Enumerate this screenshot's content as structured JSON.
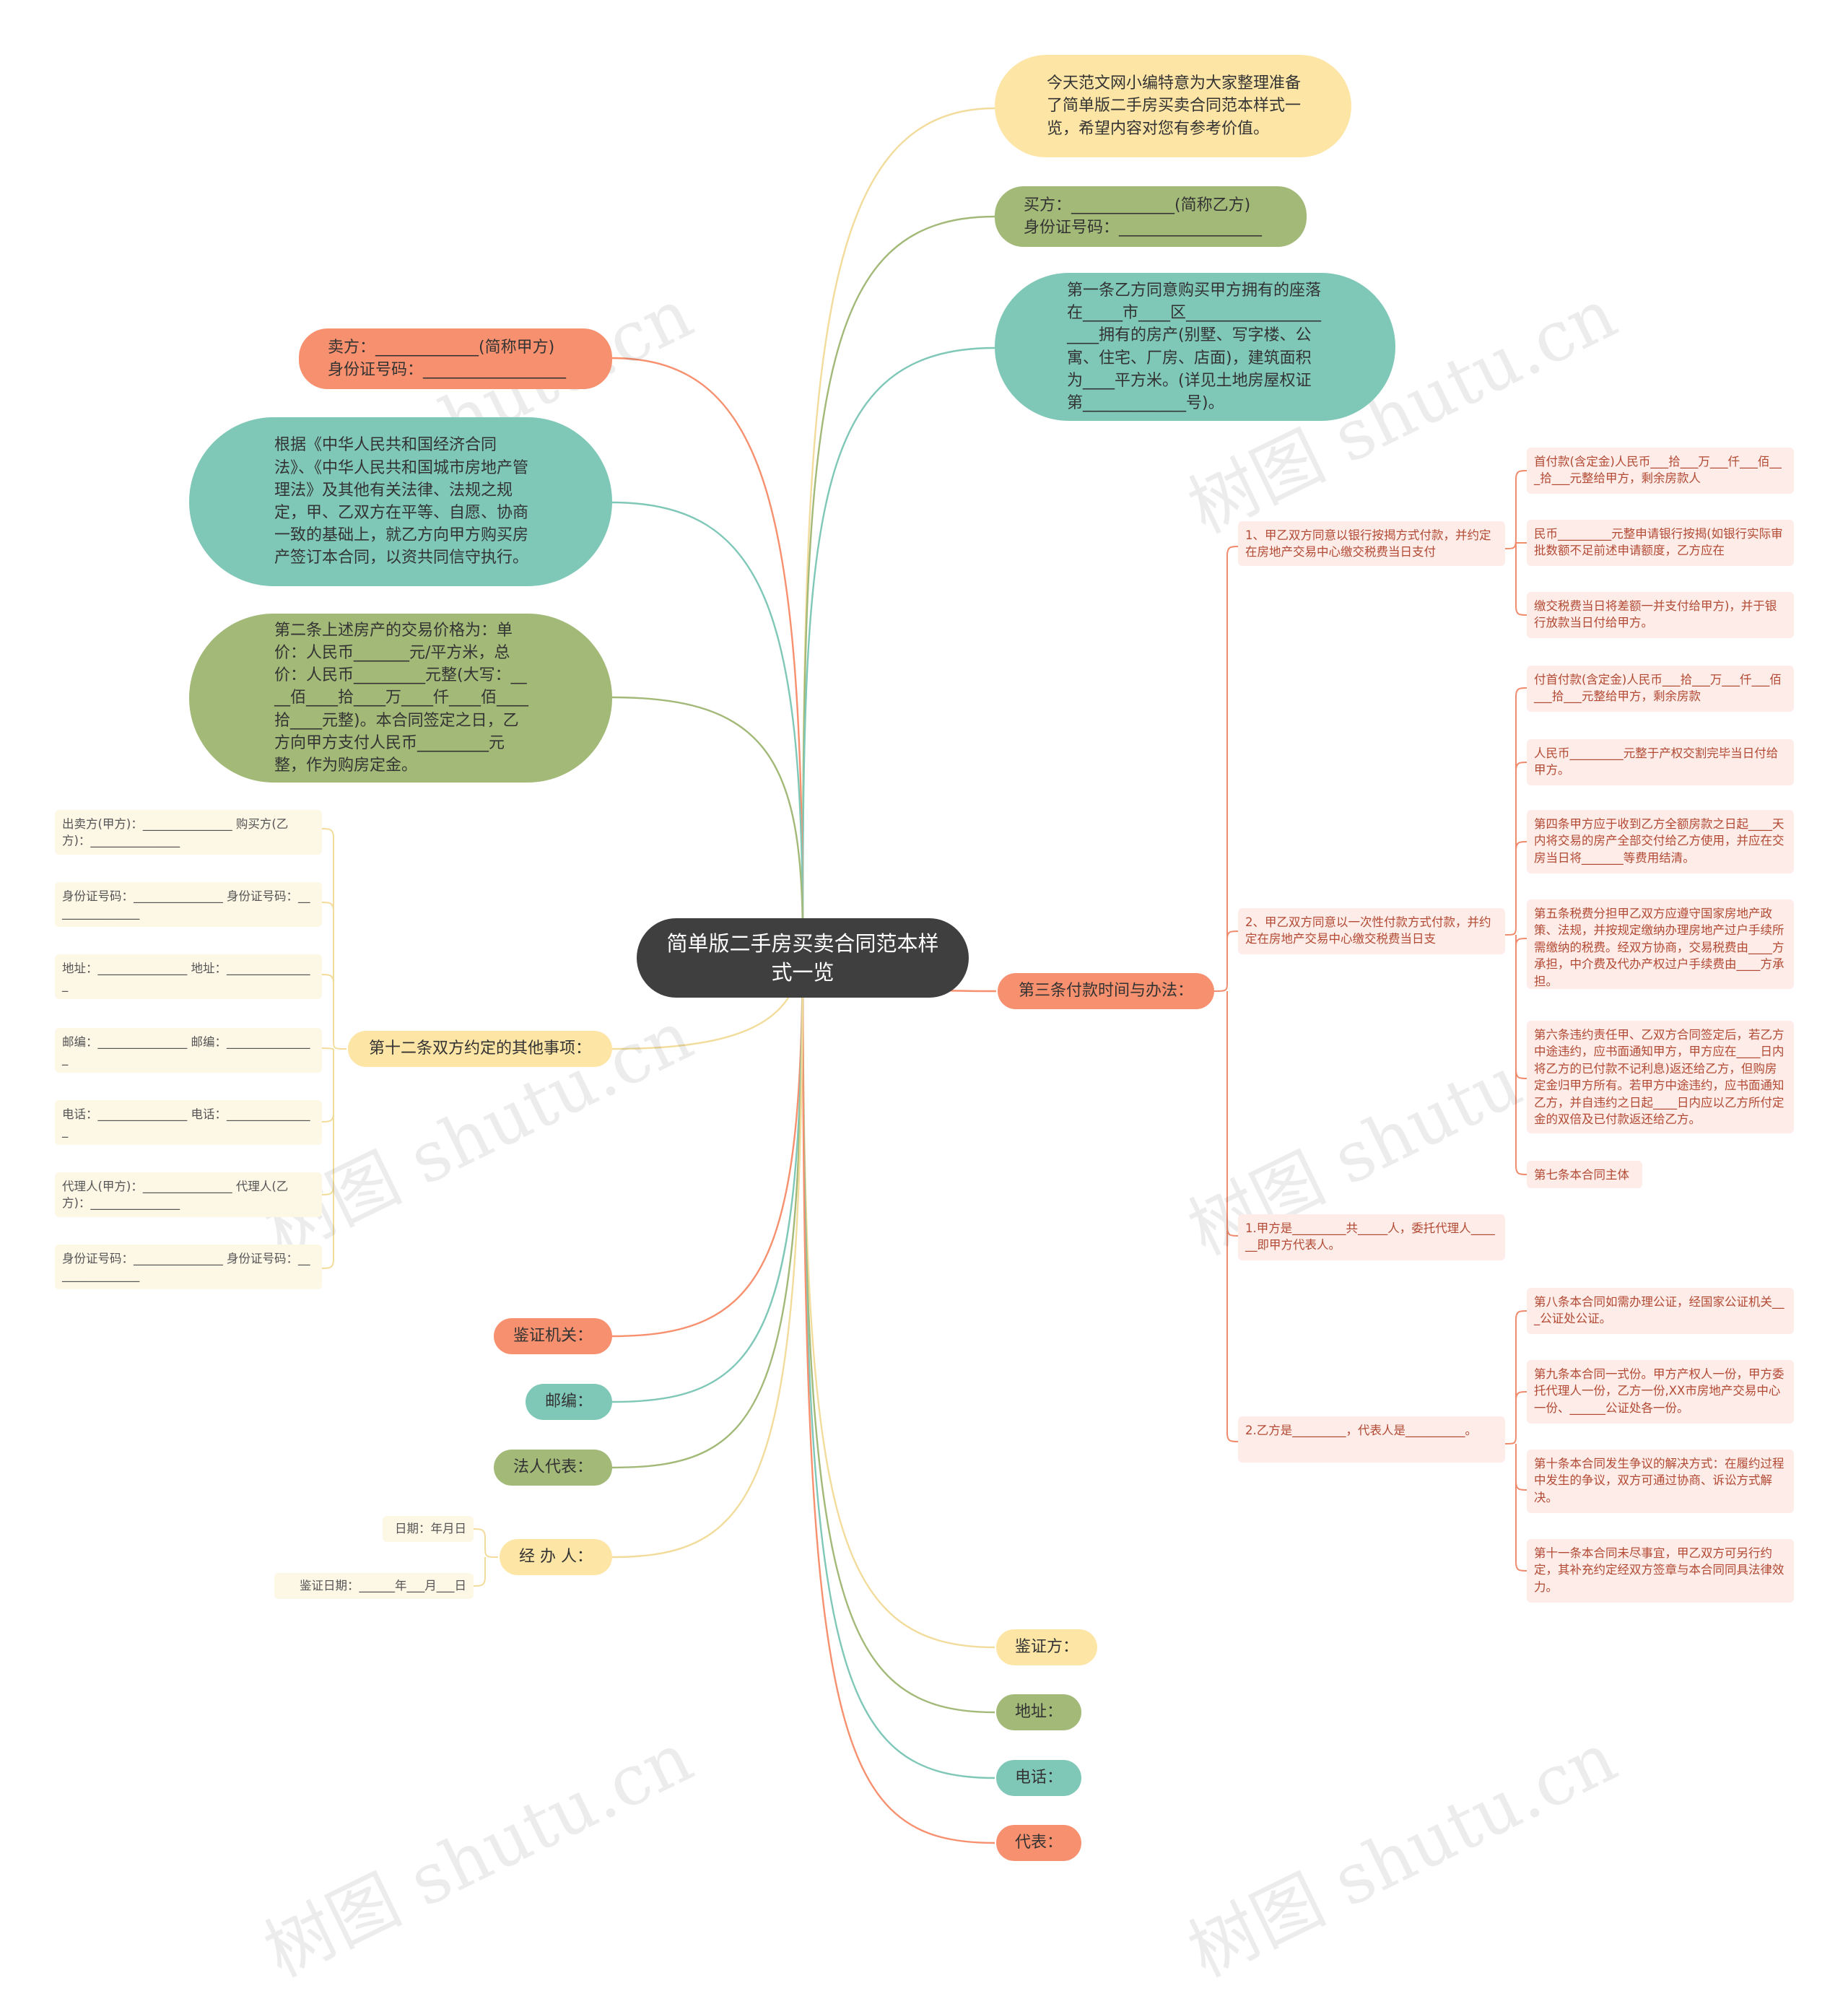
{
  "root": "简单版二手房买卖合同范本样式一览",
  "right": {
    "intro": "今天范文网小编特意为大家整理准备了简单版二手房买卖合同范本样式一览，希望内容对您有参考价值。",
    "buyer": "买方：_____________(简称乙方)\n身份证号码：__________________",
    "article1": "第一条乙方同意购买甲方拥有的座落在_____市____区_____________________拥有的房产(别墅、写字楼、公寓、住宅、厂房、店面)，建筑面积为____平方米。(详见土地房屋权证第_____________号)。",
    "article3": {
      "label": "第三条付款时间与办法：",
      "groups": [
        {
          "label": "1、甲乙双方同意以银行按揭方式付款，并约定在房地产交易中心缴交税费当日支付",
          "items": [
            "首付款(含定金)人民币___拾___万___仟___佰___拾___元整给甲方，剩余房款人",
            "民币_________元整申请银行按揭(如银行实际审批数额不足前述申请额度，乙方应在",
            "缴交税费当日将差额一并支付给甲方)，并于银行放款当日付给甲方。"
          ]
        },
        {
          "label": "2、甲乙双方同意以一次性付款方式付款，并约定在房地产交易中心缴交税费当日支",
          "items": [
            "付首付款(含定金)人民币___拾___万___仟___佰___拾___元整给甲方，剩余房款",
            "人民币_________元整于产权交割完毕当日付给甲方。",
            "第四条甲方应于收到乙方全额房款之日起____天内将交易的房产全部交付给乙方使用，并应在交房当日将_______等费用结清。",
            "第五条税费分担甲乙双方应遵守国家房地产政策、法规，并按规定缴纳办理房地产过户手续所需缴纳的税费。经双方协商，交易税费由____方承担，中介费及代办产权过户手续费由____方承担。",
            "第六条违约责任甲、乙双方合同签定后，若乙方中途违约，应书面通知甲方，甲方应在____日内将乙方的已付款不记利息)返还给乙方，但购房定金归甲方所有。若甲方中途违约，应书面通知乙方，并自违约之日起____日内应以乙方所付定金的双倍及已付款返还给乙方。",
            "第七条本合同主体"
          ]
        },
        {
          "label": "1.甲方是_________共_____人，委托代理人______即甲方代表人。",
          "items": []
        },
        {
          "label": "2.乙方是_________，代表人是__________。",
          "items": [
            "第八条本合同如需办理公证，经国家公证机关___公证处公证。",
            "第九条本合同一式份。甲方产权人一份，甲方委托代理人一份，乙方一份,XX市房地产交易中心一份、______公证处各一份。",
            "第十条本合同发生争议的解决方式：在履约过程中发生的争议，双方可通过协商、诉讼方式解决。",
            "第十一条本合同未尽事宜，甲乙双方可另行约定，其补充约定经双方签章与本合同同具法律效力。"
          ]
        }
      ]
    },
    "notary": "鉴证方：",
    "address": "地址：",
    "phone": "电话：",
    "rep": "代表："
  },
  "left": {
    "seller": "卖方：_____________(简称甲方)\n身份证号码：__________________",
    "basis": "根据《中华人民共和国经济合同法》、《中华人民共和国城市房地产管理法》及其他有关法律、法规之规定，甲、乙双方在平等、自愿、协商一致的基础上，就乙方向甲方购买房产签订本合同，以资共同信守执行。",
    "article2": "第二条上述房产的交易价格为：单价：人民币_______元/平方米，总价：人民币_________元整(大写：____佰____拾____万____仟____佰____拾____元整)。本合同签定之日，乙方向甲方支付人民币_________元整，作为购房定金。",
    "article12": {
      "label": "第十二条双方约定的其他事项：",
      "items": [
        "出卖方(甲方)：_______________ 购买方(乙方)：_______________",
        "身份证号码：_______________ 身份证号码：_______________",
        "地址：_______________ 地址：_______________",
        "邮编：_______________ 邮编：_______________",
        "电话：_______________ 电话：_______________",
        "代理人(甲方)：_______________ 代理人(乙方)：_______________",
        "身份证号码：_______________ 身份证号码：_______________"
      ]
    },
    "notary_org": "鉴证机关：",
    "postcode": "邮编：",
    "legal_rep": "法人代表：",
    "handler": {
      "label": "经 办 人：",
      "items": [
        "日期：年月日",
        "鉴证日期：______年___月___日"
      ]
    }
  },
  "watermark": "树图 shutu.cn",
  "colors": {
    "root": "#3f3f3f",
    "yellow": "#fde5a6",
    "green": "#a3b978",
    "teal": "#7fc8b8",
    "orange": "#f7906e",
    "leaf_peach": "#fdece7",
    "leaf_cream": "#fdf7e6"
  }
}
